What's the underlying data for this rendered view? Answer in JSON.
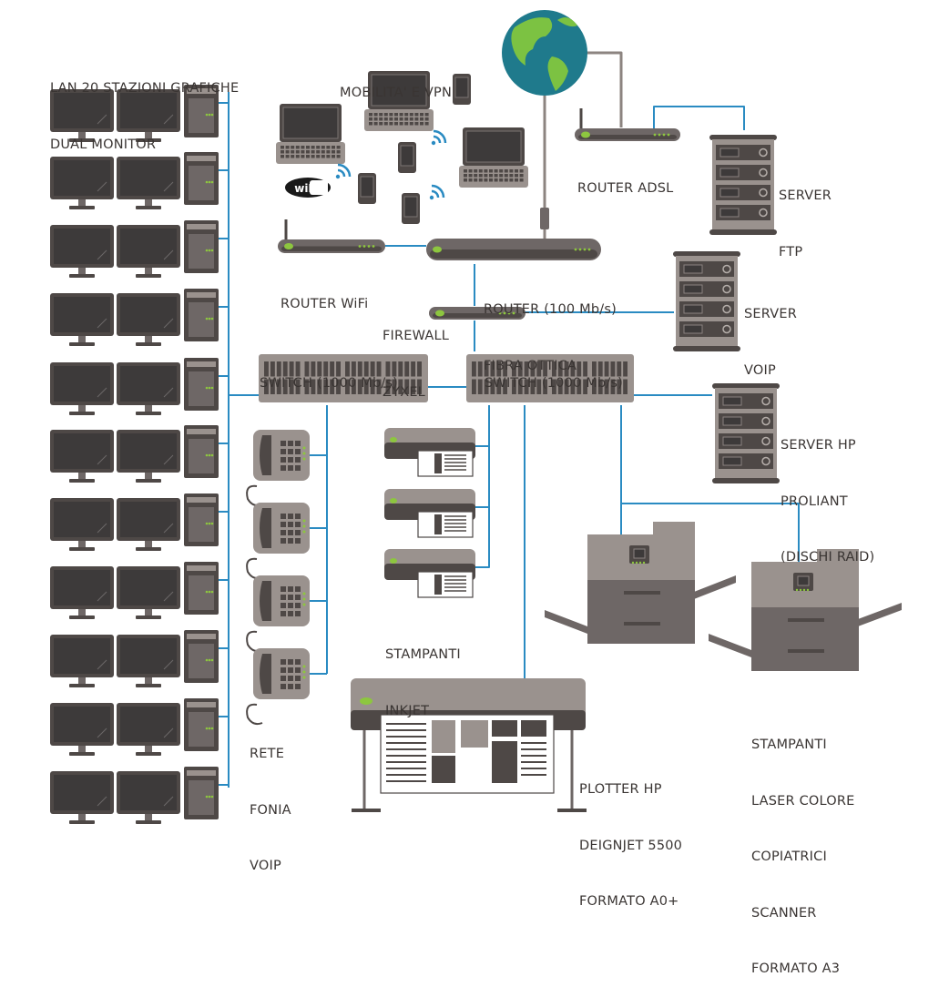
{
  "colors": {
    "link": "#2a8bc2",
    "cable_grey": "#8c8480",
    "device_dark": "#4e4846",
    "device_mid": "#6e6766",
    "device_light": "#9a928e",
    "screen": "#3d3a3a",
    "led_green": "#8dc63f",
    "globe_ocean": "#1f7a8c",
    "globe_land": "#7cc242"
  },
  "labels": {
    "workstations": [
      "LAN 20 STAZIONI GRAFICHE",
      "DUAL MONITOR"
    ],
    "mobility": [
      "MOBILITA' E VPN"
    ],
    "router_adsl": [
      "ROUTER ADSL"
    ],
    "server_ftp": [
      "SERVER",
      "FTP"
    ],
    "router_wifi": [
      "ROUTER WiFi"
    ],
    "router_fiber": [
      "ROUTER (100 Mb/s)",
      "FIBRA OTTICA"
    ],
    "server_voip": [
      "SERVER",
      "VOIP"
    ],
    "firewall": [
      "FIREWALL",
      "ZYXEL"
    ],
    "switch_left": [
      "SWITCH (1000 Mb/s)"
    ],
    "switch_right": [
      "SWITCH (1000 Mb/s)"
    ],
    "server_hp": [
      "SERVER HP",
      "PROLIANT",
      "(DISCHI RAID)"
    ],
    "voip_phones": [
      "RETE",
      "FONIA",
      "VOIP"
    ],
    "inkjet": [
      "STAMPANTI",
      "INKJET"
    ],
    "laser": [
      "STAMPANTI",
      "LASER COLORE",
      "COPIATRICI",
      "SCANNER",
      "FORMATO A3"
    ],
    "plotter": [
      "PLOTTER HP",
      "DEIGNJET 5500",
      "FORMATO A0+"
    ]
  },
  "wifi_logo": {
    "text": "wiFi"
  }
}
